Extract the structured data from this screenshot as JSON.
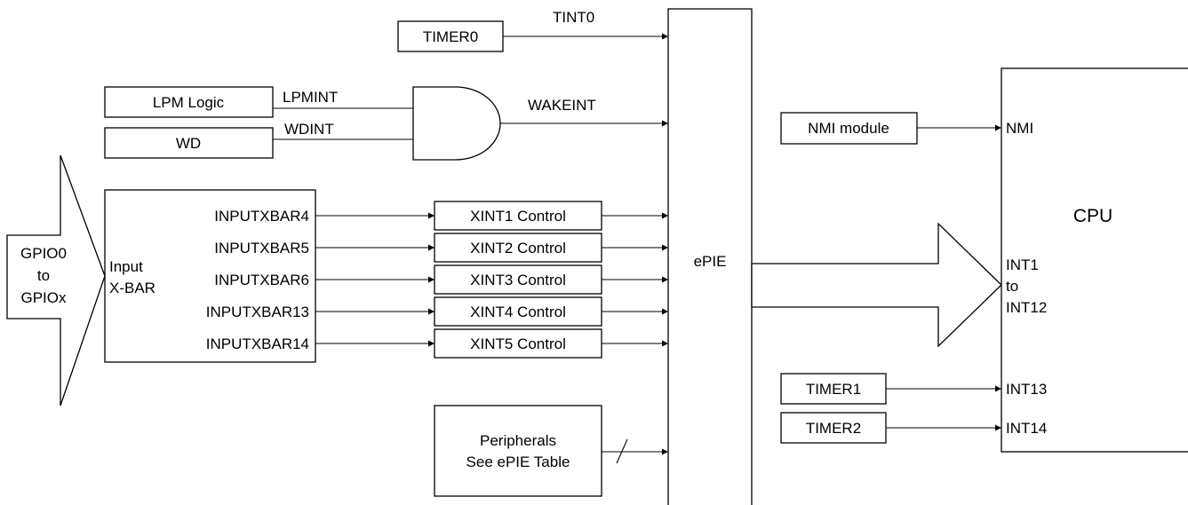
{
  "sources": {
    "timer0": "TIMER0",
    "lpm_logic": "LPM Logic",
    "wd": "WD",
    "nmi_module": "NMI module",
    "timer1": "TIMER1",
    "timer2": "TIMER2",
    "peripherals_line1": "Peripherals",
    "peripherals_line2": "See ePIE Table"
  },
  "signals": {
    "tint0": "TINT0",
    "lpmint": "LPMINT",
    "wdint": "WDINT",
    "wakeint": "WAKEINT"
  },
  "gpio": {
    "line1": "GPIO0",
    "line2": "to",
    "line3": "GPIOx"
  },
  "input_xbar": {
    "label_line1": "Input",
    "label_line2": "X-BAR",
    "outputs": [
      "INPUTXBAR4",
      "INPUTXBAR5",
      "INPUTXBAR6",
      "INPUTXBAR13",
      "INPUTXBAR14"
    ]
  },
  "xint_controls": [
    "XINT1 Control",
    "XINT2 Control",
    "XINT3 Control",
    "XINT4 Control",
    "XINT5 Control"
  ],
  "epie": {
    "label": "ePIE"
  },
  "cpu": {
    "label": "CPU",
    "nmi": "NMI",
    "int_range_line1": "INT1",
    "int_range_line2": "to",
    "int_range_line3": "INT12",
    "int13": "INT13",
    "int14": "INT14"
  }
}
